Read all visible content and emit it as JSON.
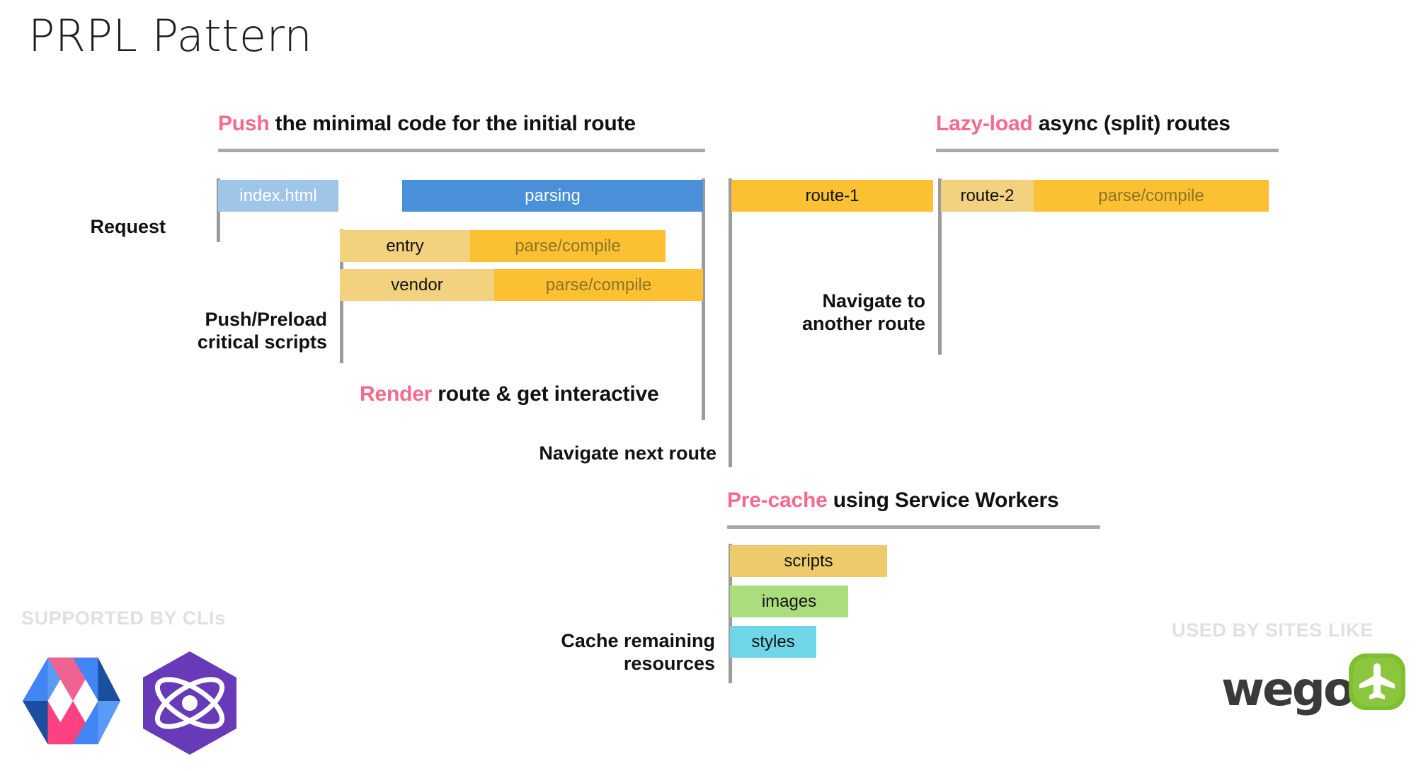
{
  "title": "PRPL Pattern",
  "sections": {
    "push": {
      "keyword": "Push",
      "rest": " the minimal code for the initial route"
    },
    "lazy": {
      "keyword": "Lazy-load",
      "rest": " async (split) routes"
    },
    "render": {
      "keyword": "Render",
      "rest": " route & get interactive"
    },
    "precache": {
      "keyword": "Pre-cache",
      "rest": " using Service Workers"
    }
  },
  "labels": {
    "request": "Request",
    "push_preload": "Push/Preload\ncritical scripts",
    "navigate_next": "Navigate next route",
    "navigate_another": "Navigate to\nanother route",
    "cache_remaining": "Cache remaining\nresources"
  },
  "bars": {
    "index_html": "index.html",
    "parsing": "parsing",
    "entry": "entry",
    "entry_parse": "parse/compile",
    "vendor": "vendor",
    "vendor_parse": "parse/compile",
    "route1": "route-1",
    "route2": "route-2",
    "route2_parse": "parse/compile",
    "scripts": "scripts",
    "images": "images",
    "styles": "styles"
  },
  "footer": {
    "supported_by": "SUPPORTED BY CLIs",
    "used_by": "USED BY SITES LIKE",
    "wego_wordmark": "wego"
  },
  "colors": {
    "accent_pink": "#f76a8c",
    "blue_light": "#9fc5e8",
    "blue": "#4a90d9",
    "yellow_light": "#f2d27f",
    "yellow": "#fcc133",
    "khaki": "#edcb6a",
    "green": "#aade7c",
    "cyan": "#6fd6e8",
    "rule_gray": "#a8a8a8",
    "caption_gray": "#e0e0e0"
  }
}
